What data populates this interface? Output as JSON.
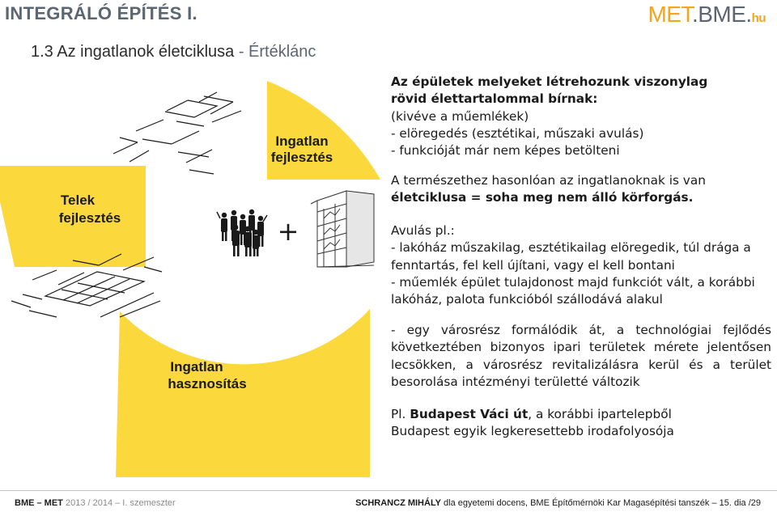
{
  "header": {
    "title": "INTEGRÁLÓ ÉPÍTÉS I.",
    "logo": {
      "met": "MET",
      "bme": ".BME.",
      "hu": "hu"
    }
  },
  "subtitle": {
    "lead": "1.3 Az ingatlanok életciklusa",
    "rest": " - Értéklánc"
  },
  "cycle": {
    "fejlesztes": [
      "Ingatlan",
      "fejlesztés"
    ],
    "telek": [
      "Telek",
      "fejlesztés"
    ],
    "hasznositas": [
      "Ingatlan",
      "hasznosítás"
    ],
    "plus": "+"
  },
  "text": {
    "intro_bold_1": "Az épületek melyeket létrehozunk viszonylag",
    "intro_bold_2": "rövid élettartalommal bírnak:",
    "intro_3": "(kivéve a műemlékek)",
    "intro_4": "- elöregedés (esztétikai, műszaki avulás)",
    "intro_5": "- funkcióját már nem képes betölteni",
    "nature_1": "A természethez hasonlóan az ingatlanoknak is van",
    "nature_2_bold": "életciklusa = soha meg nem álló körforgás.",
    "avulas_head": "Avulás pl.:",
    "avulas_1": "- lakóház műszakilag, esztétikailag elöregedik, túl drága a fenntartás, fel kell újítani, vagy el kell bontani",
    "avulas_2": "- műemlék épület tulajdonost majd funkciót vált, a korábbi lakóház, palota funkcióból szállodává alakul",
    "varosresz": "- egy városrész formálódik át, a technológiai fejlődés következtében bizonyos ipari területek mérete jelentősen lecsökken, a városrész revitalizálásra kerül és a terület besorolása intézményi területté változik",
    "example_pl": "Pl. ",
    "example_bold": "Budapest Váci út",
    "example_rest": ", a korábbi ipartelepből",
    "example_2": "Budapest egyik legkeresettebb irodafolyosója"
  },
  "footer": {
    "left_em": "BME – MET",
    "left_rest": "  2013 / 2014 – I. szemeszter",
    "right_em": "SCHRANCZ MIHÁLY",
    "right_rest": " dla egyetemi docens, BME Építőmérnöki Kar Magasépítési tanszék – 15. dia /29"
  },
  "colors": {
    "accent": "#fbd93d",
    "accent_dark": "#f3a51d",
    "heading_gray": "#5b6670"
  }
}
